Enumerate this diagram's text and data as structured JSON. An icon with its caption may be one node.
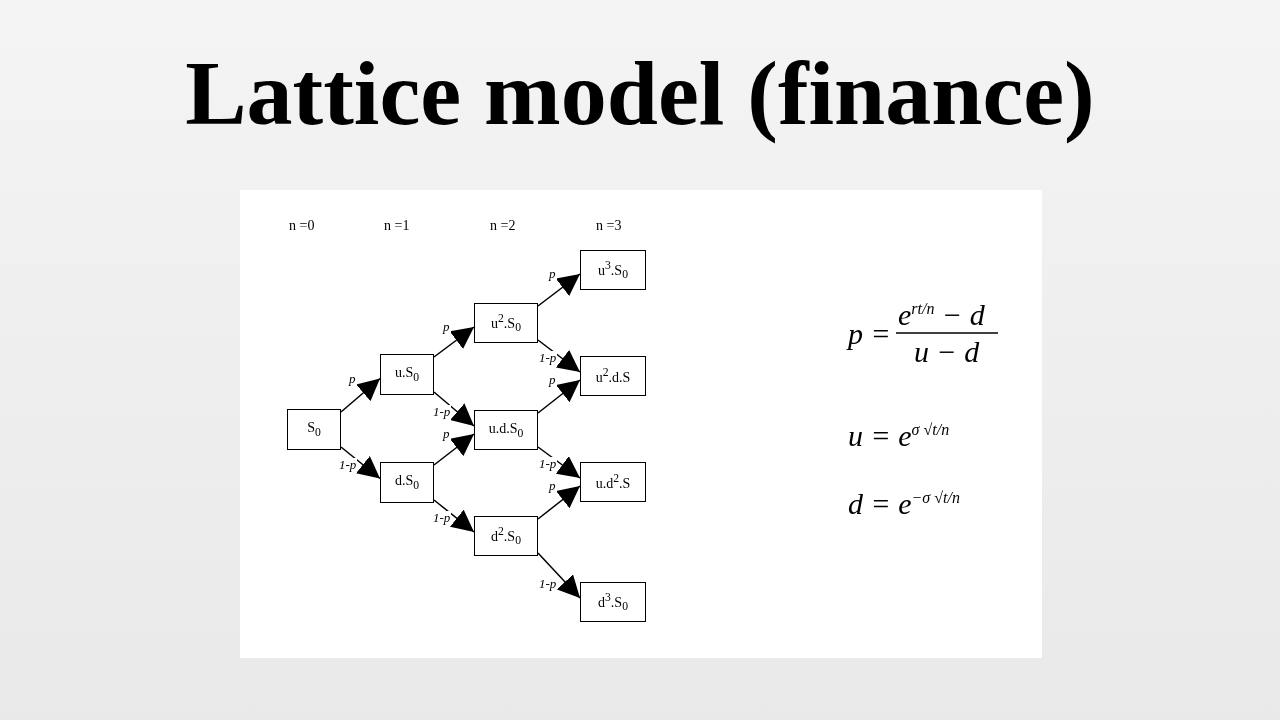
{
  "diagram": {
    "title": "Lattice model (finance)",
    "nodes": [
      {
        "text": [
          "S$_{0}$"
        ]
      },
      {
        "text": [
          "u.S$_{0}$"
        ]
      },
      {
        "text": [
          "d.S$_{0}$"
        ]
      },
      {
        "text": [
          "u$^{2}$.S$_{0}$"
        ]
      },
      {
        "text": [
          "u.d.S$_{0}$"
        ]
      },
      {
        "text": [
          "d$^{2}$.S$_{0}$"
        ]
      },
      {
        "text": [
          "u$^{3}$.S$_{0}$"
        ]
      },
      {
        "text": [
          "u$^{2}$.d.S"
        ]
      },
      {
        "text": [
          "u.d$^{2}$.S"
        ]
      },
      {
        "text": [
          "d$^{3}$.S$_{0}$"
        ]
      }
    ],
    "edges": [
      {
        "from": 0,
        "to": 1,
        "arrow": "to",
        "label": "p"
      },
      {
        "from": 0,
        "to": 2,
        "arrow": "to",
        "label": "1-p"
      },
      {
        "from": 1,
        "to": 3,
        "arrow": "to",
        "label": "p"
      },
      {
        "from": 1,
        "to": 4,
        "arrow": "to",
        "label": "1-p"
      },
      {
        "from": 2,
        "to": 4,
        "arrow": "to",
        "label": "p"
      },
      {
        "from": 2,
        "to": 5,
        "arrow": "to",
        "label": "1-p"
      },
      {
        "from": 3,
        "to": 6,
        "arrow": "to",
        "label": "p"
      },
      {
        "from": 3,
        "to": 7,
        "arrow": "to",
        "label": "1-p"
      },
      {
        "from": 4,
        "to": 7,
        "arrow": "to",
        "label": "p"
      },
      {
        "from": 4,
        "to": 8,
        "arrow": "to",
        "label": "1-p"
      },
      {
        "from": 5,
        "to": 8,
        "arrow": "to",
        "label": "p"
      },
      {
        "from": 5,
        "to": 9,
        "arrow": "to",
        "label": "1-p"
      }
    ],
    "labels": [
      "n =0",
      "n =1",
      "n =2",
      "n =3",
      "p =",
      "e$^{rt/n}$ − d",
      "u − d",
      "u = e$^{σ √t/n}$",
      "d = e$^{−σ √t/n}$"
    ]
  }
}
